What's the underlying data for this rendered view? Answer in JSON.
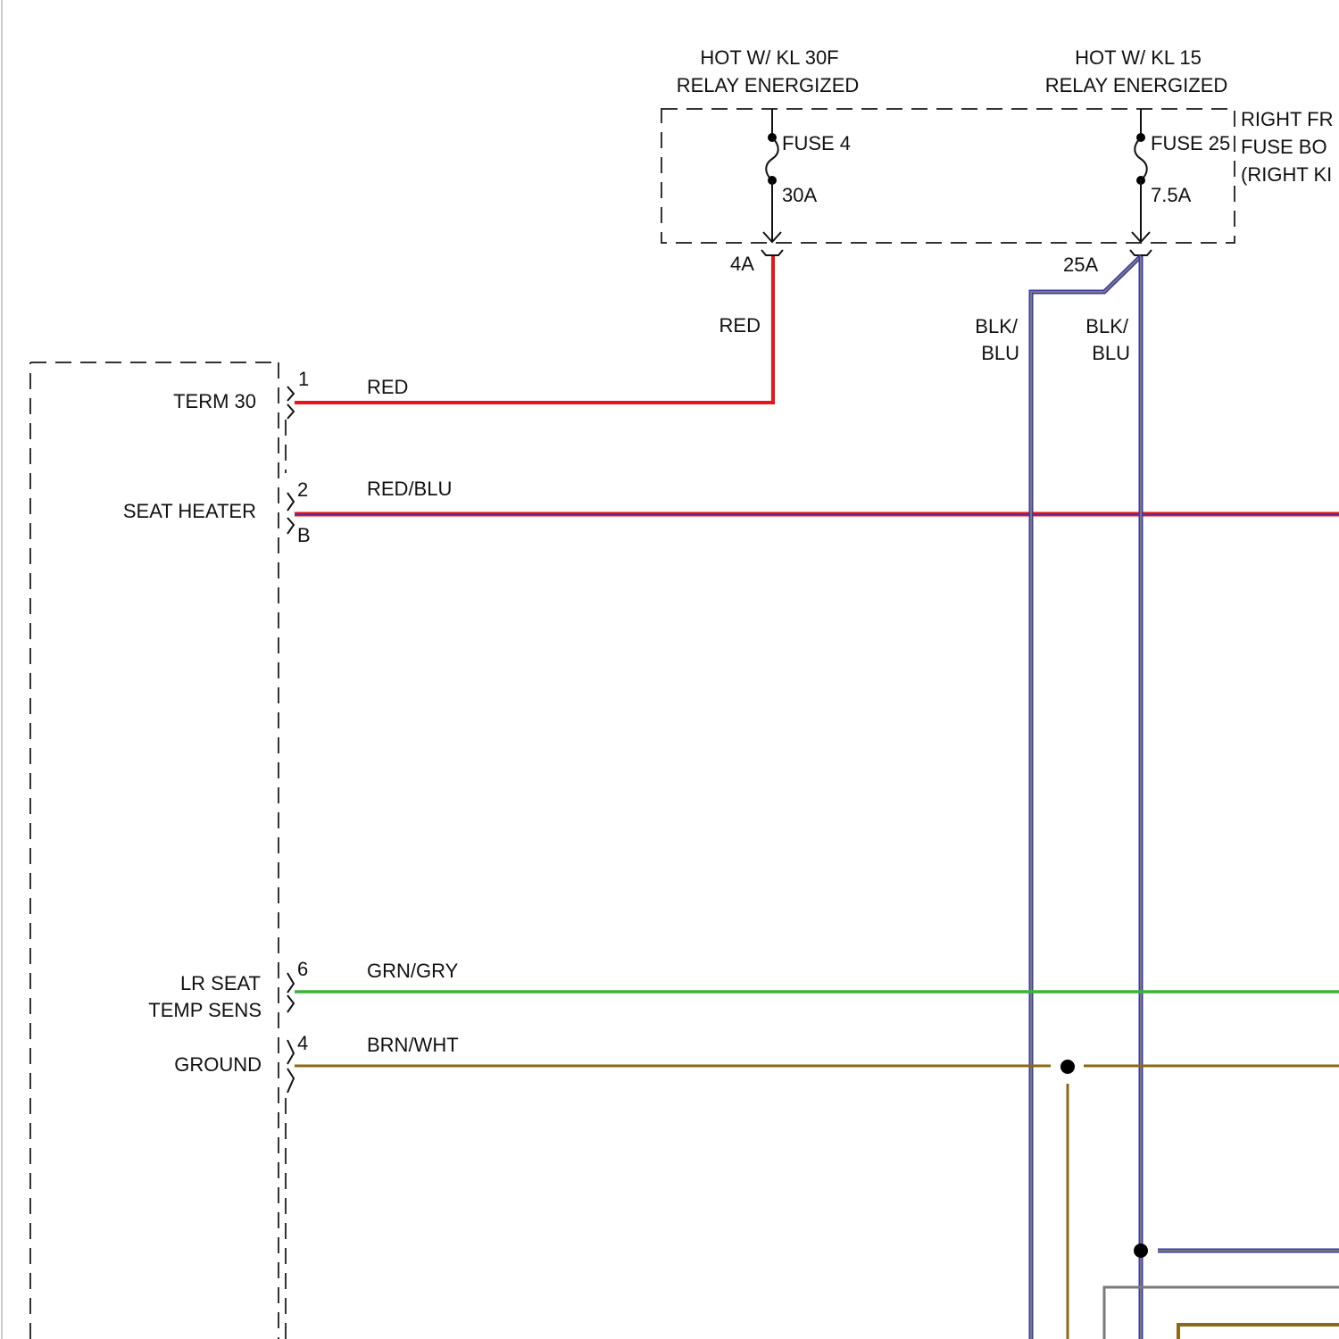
{
  "colors": {
    "red": "#e8141b",
    "blue": "#3b3aa8",
    "green": "#3bb33a",
    "brown": "#8a6a14",
    "gray": "#7a7a7a",
    "black": "#111111"
  },
  "fuse_box": {
    "feeds": [
      {
        "line1": "HOT W/ KL 30F",
        "line2": "RELAY ENERGIZED"
      },
      {
        "line1": "HOT W/ KL 15",
        "line2": "RELAY ENERGIZED"
      }
    ],
    "fuses": [
      {
        "name": "FUSE 4",
        "rating": "30A",
        "terminal": "4A"
      },
      {
        "name": "FUSE 25",
        "rating": "7.5A",
        "terminal": "25A"
      }
    ],
    "label": [
      "RIGHT FR",
      "FUSE BO",
      "(RIGHT KI"
    ]
  },
  "wire_labels": {
    "red_vertical": "RED",
    "blk_blu_left": [
      "BLK/",
      "BLU"
    ],
    "blk_blu_right": [
      "BLK/",
      "BLU"
    ]
  },
  "module": {
    "pins": [
      {
        "pin": "1",
        "name": [
          "TERM 30"
        ],
        "wire": "RED",
        "color": "red"
      },
      {
        "pin": "2",
        "name": [
          "SEAT HEATER"
        ],
        "wire": "RED/BLU",
        "color": "red",
        "stripe": "blue",
        "connector": "B"
      },
      {
        "pin": "6",
        "name": [
          "LR SEAT",
          "TEMP SENS"
        ],
        "wire": "GRN/GRY",
        "color": "green"
      },
      {
        "pin": "4",
        "name": [
          "GROUND"
        ],
        "wire": "BRN/WHT",
        "color": "brown"
      }
    ]
  }
}
